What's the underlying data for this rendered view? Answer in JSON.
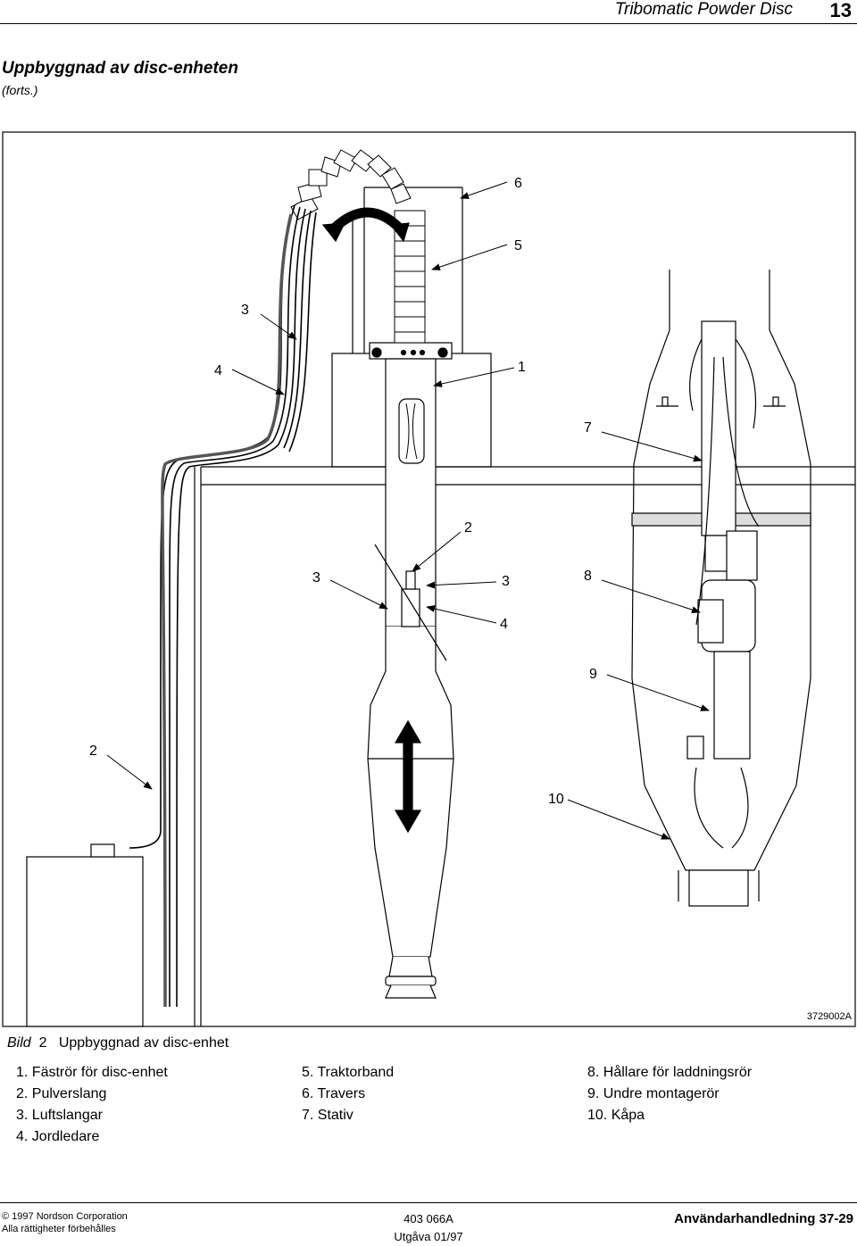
{
  "header": {
    "title": "Tribomatic Powder Disc",
    "page": "13"
  },
  "section": {
    "title": "Uppbyggnad av disc-enheten",
    "subtitle": "(forts.)"
  },
  "figure": {
    "number": "3729002A",
    "caption_prefix": "Bild",
    "caption_num": "2",
    "caption_text": "Uppbyggnad av disc-enhet",
    "callouts": {
      "c6": "6",
      "c5": "5",
      "c3a": "3",
      "c4a": "4",
      "c1": "1",
      "c7": "7",
      "c2a": "2",
      "c3b": "3",
      "c3c": "3",
      "c8": "8",
      "c4b": "4",
      "c9": "9",
      "c2b": "2",
      "c10": "10"
    }
  },
  "legend": {
    "col1": [
      "1. Fäströr för disc-enhet",
      "2. Pulverslang",
      "3. Luftslangar",
      "4. Jordledare"
    ],
    "col2": [
      "5. Traktorband",
      "6. Travers",
      "7. Stativ"
    ],
    "col3": [
      "8. Hållare för laddningsrör",
      "9. Undre montagerör",
      "10. Kåpa"
    ]
  },
  "footer": {
    "copyright": "© 1997 Nordson Corporation",
    "rights": "Alla rättigheter förbehålles",
    "doc_number": "403 066A",
    "edition": "Utgåva 01/97",
    "manual": "Användarhandledning 37-29"
  }
}
